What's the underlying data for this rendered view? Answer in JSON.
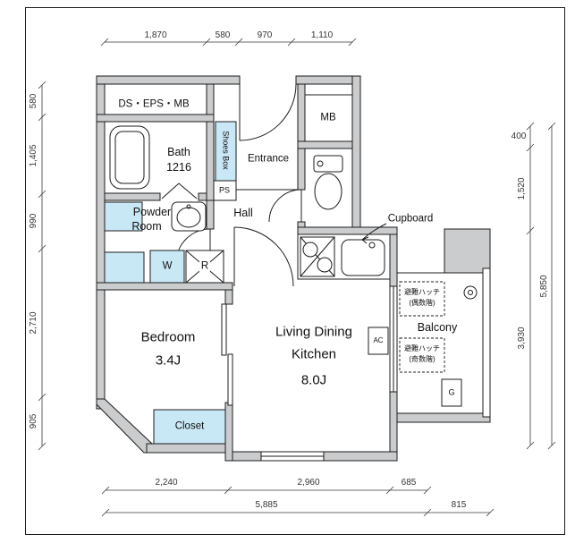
{
  "dims": {
    "top": [
      "1,870",
      "580",
      "970",
      "1,110"
    ],
    "left": [
      "580",
      "1,405",
      "990",
      "2,710",
      "905"
    ],
    "right": [
      "400",
      "1,520",
      "3,930"
    ],
    "right_total": "5,850",
    "bottom": [
      "2,240",
      "2,960",
      "685"
    ],
    "bottom_total": [
      "5,885",
      "815"
    ]
  },
  "labels": {
    "utility": "DS・EPS・MB",
    "bath": "Bath",
    "bath_size": "1216",
    "shoes_box": "Shoes Box",
    "entrance": "Entrance",
    "mb": "MB",
    "ps": "PS",
    "powder1": "Powder",
    "powder2": "Room",
    "hall": "Hall",
    "cupboard": "Cupboard",
    "washer": "W",
    "fridge": "R",
    "bedroom": "Bedroom",
    "bedroom_size": "3.4J",
    "ldk1": "Living Dining",
    "ldk2": "Kitchen",
    "ldk_size": "8.0J",
    "closet": "Closet",
    "ac": "AC",
    "balcony": "Balcony",
    "gas": "G",
    "hatch_even1": "避難ハッチ",
    "hatch_even2": "(偶数階)",
    "hatch_odd1": "避難ハッチ",
    "hatch_odd2": "(奇数階)"
  },
  "colors": {
    "wall": "#caccce",
    "accent": "#c9e8f6",
    "line": "#1c1c1c",
    "dim": "#333333"
  }
}
